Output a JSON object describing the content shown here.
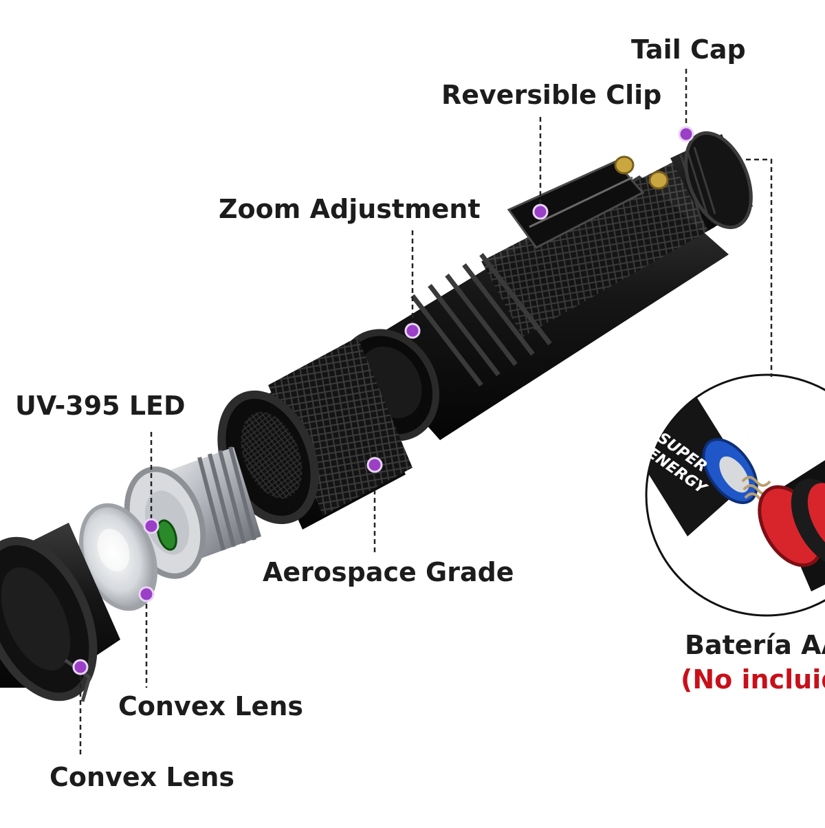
{
  "labels": {
    "tail_cap": "Tail Cap",
    "reversible_clip": "Reversible Clip",
    "zoom_adjustment": "Zoom Adjustment",
    "uv_led": "UV-395 LED",
    "aerospace_grade": "Aerospace Grade",
    "convex_lens_inner": "Convex Lens",
    "convex_lens_outer": "Convex Lens",
    "battery": "Batería AA",
    "battery_note": "(No incluid"
  },
  "battery_print": {
    "line1": "SUPER",
    "line2": "ENERGY"
  },
  "colors": {
    "marker": "#9b3fc7",
    "label_text": "#1c1c1c",
    "note_text": "#c8101a",
    "body_black": "#121212",
    "aluminium": "#b9bcc1",
    "battery_blue": "#1f57c9",
    "battery_red": "#d8252c"
  }
}
